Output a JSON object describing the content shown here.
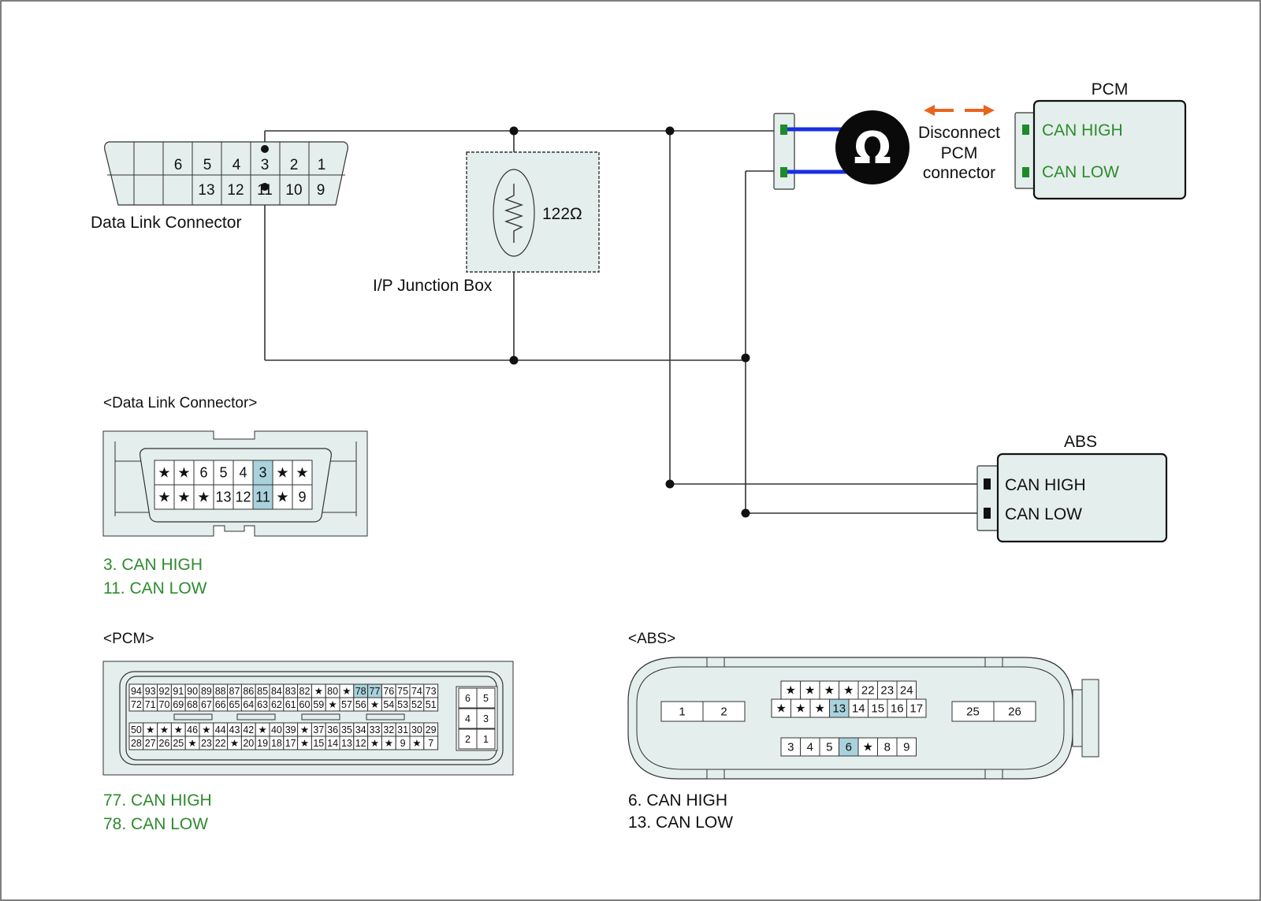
{
  "diagram": {
    "dlc_label": "Data Link Connector",
    "junction_label": "I/P Junction Box",
    "resistor_value": "122Ω",
    "meter_symbol": "Ω",
    "disconnect_text": [
      "Disconnect",
      "PCM",
      "connector"
    ],
    "pcm": {
      "title": "PCM",
      "can_high": "CAN HIGH",
      "can_low": "CAN LOW"
    },
    "abs": {
      "title": "ABS",
      "can_high": "CAN HIGH",
      "can_low": "CAN LOW"
    },
    "dlc_pins_top": [
      "6",
      "5",
      "4",
      "3",
      "2",
      "1"
    ],
    "dlc_pins_bottom": [
      "13",
      "12",
      "11",
      "10",
      "9"
    ]
  },
  "dlc_view": {
    "title": "<Data Link Connector>",
    "row1": [
      "★",
      "★",
      "6",
      "5",
      "4",
      "3",
      "★",
      "★"
    ],
    "row2": [
      "★",
      "★",
      "★",
      "13",
      "12",
      "11",
      "★",
      "9"
    ],
    "highlight": [
      "3",
      "11"
    ],
    "legend": [
      "3. CAN HIGH",
      "11. CAN LOW"
    ]
  },
  "pcm_view": {
    "title": "<PCM>",
    "row1": [
      "94",
      "93",
      "92",
      "91",
      "90",
      "89",
      "88",
      "87",
      "86",
      "85",
      "84",
      "83",
      "82",
      "★",
      "80",
      "★",
      "78",
      "77",
      "76",
      "75",
      "74",
      "73"
    ],
    "row2": [
      "72",
      "71",
      "70",
      "69",
      "68",
      "67",
      "66",
      "65",
      "64",
      "63",
      "62",
      "61",
      "60",
      "59",
      "★",
      "57",
      "56",
      "★",
      "54",
      "53",
      "52",
      "51"
    ],
    "row3": [
      "50",
      "★",
      "★",
      "★",
      "46",
      "★",
      "44",
      "43",
      "42",
      "★",
      "40",
      "39",
      "★",
      "37",
      "36",
      "35",
      "34",
      "33",
      "32",
      "31",
      "30",
      "29"
    ],
    "row4": [
      "28",
      "27",
      "26",
      "25",
      "★",
      "23",
      "22",
      "★",
      "20",
      "19",
      "18",
      "17",
      "★",
      "15",
      "14",
      "13",
      "12",
      "★",
      "★",
      "9",
      "★",
      "7"
    ],
    "side": [
      [
        "6",
        "5"
      ],
      [
        "4",
        "3"
      ],
      [
        "2",
        "1"
      ]
    ],
    "highlight": [
      "78",
      "77"
    ],
    "legend": [
      "77. CAN HIGH",
      "78. CAN LOW"
    ]
  },
  "abs_view": {
    "title": "<ABS>",
    "left_pins": [
      "1",
      "2"
    ],
    "right_pins": [
      "25",
      "26"
    ],
    "row1": [
      "★",
      "★",
      "★",
      "★",
      "22",
      "23",
      "24"
    ],
    "row2": [
      "★",
      "★",
      "★",
      "13",
      "14",
      "15",
      "16",
      "17"
    ],
    "row3": [
      "3",
      "4",
      "5",
      "6",
      "★",
      "8",
      "9"
    ],
    "highlight": [
      "13",
      "6"
    ],
    "legend": [
      "6. CAN HIGH",
      "13. CAN LOW"
    ]
  },
  "colors": {
    "green": "#2e8b2e",
    "highlight": "#a9d2dc",
    "box_fill": "#e4eeec",
    "wire_blue": "#1a2ee0",
    "arrow_orange": "#e8641e",
    "terminal_green": "#1f8a2a"
  }
}
